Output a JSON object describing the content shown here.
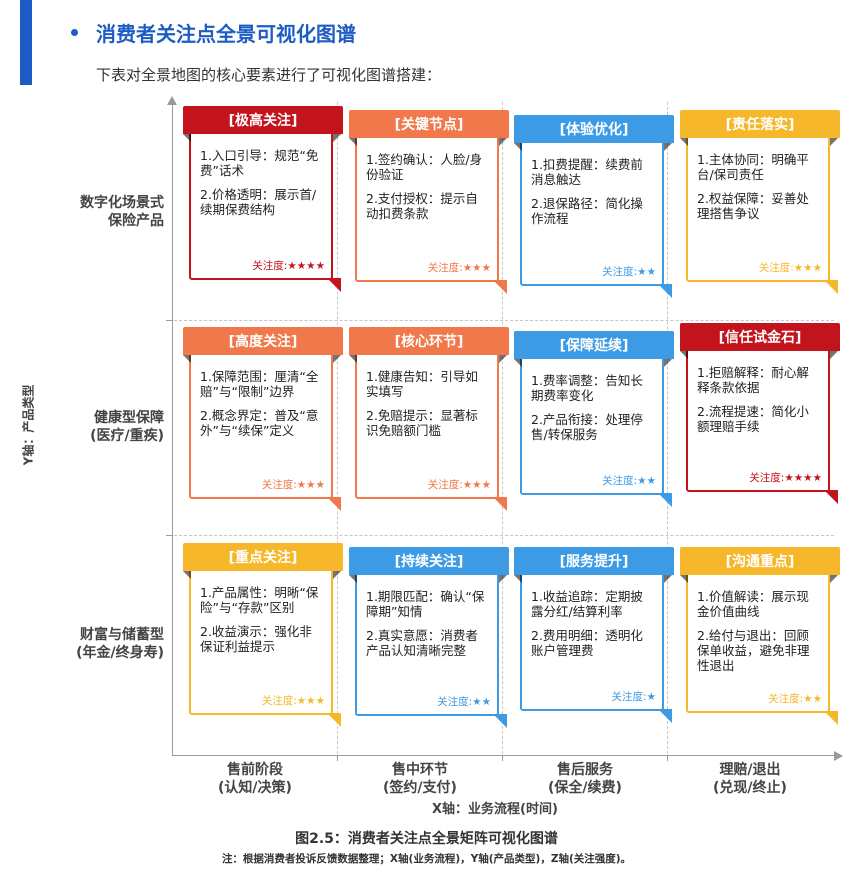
{
  "section": {
    "title": "消费者关注点全景可视化图谱",
    "intro": "下表对全景地图的核心要素进行了可视化图谱搭建："
  },
  "axes": {
    "y_title": "Y轴：产品类型",
    "x_title": "X轴：业务流程(时间)",
    "rows": [
      {
        "line1": "数字化场景式",
        "line2": "保险产品"
      },
      {
        "line1": "健康型保障",
        "line2": "(医疗/重疾)"
      },
      {
        "line1": "财富与储蓄型",
        "line2": "(年金/终身寿)"
      }
    ],
    "cols": [
      {
        "line1": "售前阶段",
        "line2": "(认知/决策)"
      },
      {
        "line1": "售中环节",
        "line2": "(签约/支付)"
      },
      {
        "line1": "售后服务",
        "line2": "(保全/续费)"
      },
      {
        "line1": "理赔/退出",
        "line2": "(兑现/终止)"
      }
    ]
  },
  "colors": {
    "red": "#c3141e",
    "orange": "#f0784a",
    "blue": "#3d9be6",
    "yellow": "#f6b72a"
  },
  "cards": [
    {
      "color": "red",
      "title": "[极高关注]",
      "items": [
        "1.入口引导：规范“免费”话术",
        "2.价格透明：展示首/续期保费结构"
      ],
      "rating_label": "关注度:",
      "stars": "★★★★"
    },
    {
      "color": "orange",
      "title": "[关键节点]",
      "items": [
        "1.签约确认：人脸/身份验证",
        "2.支付授权：提示自动扣费条款"
      ],
      "rating_label": "关注度:",
      "stars": "★★★"
    },
    {
      "color": "blue",
      "title": "[体验优化]",
      "items": [
        "1.扣费提醒：续费前消息触达",
        "2.退保路径：简化操作流程"
      ],
      "rating_label": "关注度:",
      "stars": "★★"
    },
    {
      "color": "yellow",
      "title": "[责任落实]",
      "items": [
        "1.主体协同：明确平台/保司责任",
        "2.权益保障：妥善处理搭售争议"
      ],
      "rating_label": "关注度:",
      "stars": "★★★"
    },
    {
      "color": "orange",
      "title": "[高度关注]",
      "items": [
        "1.保障范围：厘清“全赔”与“限制”边界",
        "2.概念界定：普及“意外”与“续保”定义"
      ],
      "rating_label": "关注度:",
      "stars": "★★★"
    },
    {
      "color": "orange",
      "title": "[核心环节]",
      "items": [
        "1.健康告知：引导如实填写",
        "2.免赔提示：显著标识免赔额门槛"
      ],
      "rating_label": "关注度:",
      "stars": "★★★"
    },
    {
      "color": "blue",
      "title": "[保障延续]",
      "items": [
        "1.费率调整：告知长期费率变化",
        "2.产品衔接：处理停售/转保服务"
      ],
      "rating_label": "关注度:",
      "stars": "★★"
    },
    {
      "color": "red",
      "title": "[信任试金石]",
      "items": [
        "1.拒赔解释：耐心解释条款依据",
        "2.流程提速：简化小额理赔手续"
      ],
      "rating_label": "关注度:",
      "stars": "★★★★"
    },
    {
      "color": "yellow",
      "title": "[重点关注]",
      "items": [
        "1.产品属性：明晰“保险”与“存款”区别",
        "2.收益演示：强化非保证利益提示"
      ],
      "rating_label": "关注度:",
      "stars": "★★★"
    },
    {
      "color": "blue",
      "title": "[持续关注]",
      "items": [
        "1.期限匹配：确认“保障期”知情",
        "2.真实意愿：消费者产品认知清晰完整"
      ],
      "rating_label": "关注度:",
      "stars": "★★"
    },
    {
      "color": "blue",
      "title": "[服务提升]",
      "items": [
        "1.收益追踪：定期披露分红/结算利率",
        "2.费用明细：透明化账户管理费"
      ],
      "rating_label": "关注度:",
      "stars": "★"
    },
    {
      "color": "yellow",
      "title": "[沟通重点]",
      "items": [
        "1.价值解读：展示现金价值曲线",
        "2.给付与退出：回顾保单收益，避免非理性退出"
      ],
      "rating_label": "关注度:",
      "stars": "★★"
    }
  ],
  "caption": "图2.5：消费者关注点全景矩阵可视化图谱",
  "note": "注：根据消费者投诉反馈数据整理；X轴(业务流程)，Y轴(产品类型)，Z轴(关注强度)。"
}
